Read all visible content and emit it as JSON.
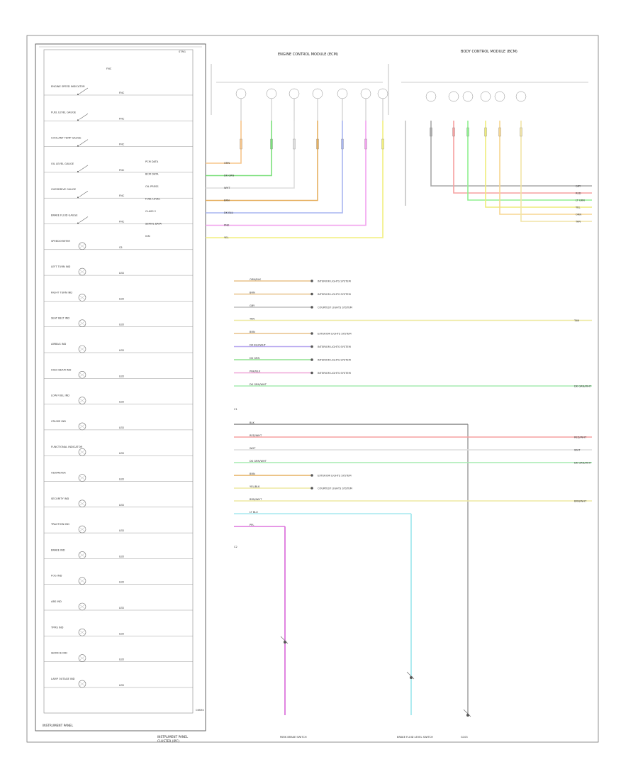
{
  "diagram": {
    "cluster_box": {
      "top_tag": "STRG",
      "inner_tag": "FNC",
      "bottom_right_tag": "C6S94",
      "bottom_left_label": "INSTRUMENT PANEL",
      "title_lines": [
        "INSTRUMENT PANEL",
        "CLUSTER (IPC)"
      ],
      "items": [
        {
          "label": "ENGINE SPEED INDICATOR",
          "tag": "FNC",
          "kind": "switch"
        },
        {
          "label": "FUEL LEVEL GAUGE",
          "tag": "FNC",
          "kind": "switch"
        },
        {
          "label": "COOLANT TEMP GAUGE",
          "tag": "FNC",
          "kind": "switch"
        },
        {
          "label": "OIL LEVEL GAUGE",
          "tag": "FNC",
          "kind": "switch"
        },
        {
          "label": "OVERDRIVE GAUGE",
          "tag": "FNC",
          "kind": "switch"
        },
        {
          "label": "BRAKE FLUID GAUGE",
          "tag": "FNC",
          "kind": "switch"
        },
        {
          "label": "SPEEDOMETER",
          "tag": "S3",
          "kind": "lamp"
        },
        {
          "label": "LEFT TURN IND",
          "tag": "LED",
          "kind": "lamp"
        },
        {
          "label": "RIGHT TURN IND",
          "tag": "LED",
          "kind": "lamp"
        },
        {
          "label": "SEAT BELT IND",
          "tag": "LED",
          "kind": "lamp"
        },
        {
          "label": "AIRBAG IND",
          "tag": "LED",
          "kind": "lamp"
        },
        {
          "label": "HIGH BEAM IND",
          "tag": "LED",
          "kind": "lamp"
        },
        {
          "label": "LOW FUEL IND",
          "tag": "LED",
          "kind": "lamp"
        },
        {
          "label": "CRUISE IND",
          "tag": "LED",
          "kind": "lamp"
        },
        {
          "label": "FUNCTIONAL INDICATOR",
          "tag": "LED",
          "kind": "lamp"
        },
        {
          "label": "ODOMETER",
          "tag": "LED",
          "kind": "lamp"
        },
        {
          "label": "SECURITY IND",
          "tag": "LED",
          "kind": "lamp"
        },
        {
          "label": "TRACTION IND",
          "tag": "LED",
          "kind": "lamp"
        },
        {
          "label": "BRAKE IND",
          "tag": "LED",
          "kind": "lamp"
        },
        {
          "label": "FOG IND",
          "tag": "LED",
          "kind": "lamp"
        },
        {
          "label": "ABS IND",
          "tag": "LED",
          "kind": "lamp"
        },
        {
          "label": "TPMS IND",
          "tag": "LED",
          "kind": "lamp"
        },
        {
          "label": "SERVICE IND",
          "tag": "LED",
          "kind": "lamp"
        },
        {
          "label": "LAMP OUTAGE IND",
          "tag": "LED",
          "kind": "lamp"
        }
      ]
    },
    "top_modules": [
      {
        "title": "ENGINE CONTROL MODULE (ECM)"
      },
      {
        "title": "BODY CONTROL MODULE (BCM)"
      }
    ],
    "upper_pins": [
      {
        "label": "PCM DATA",
        "wire": "ORN",
        "color": "#f7c58a"
      },
      {
        "label": "BCM DATA",
        "wire": "DK GRN",
        "color": "#7be07b"
      },
      {
        "label": "OIL PRESS",
        "wire": "WHT",
        "color": "#dddddd"
      },
      {
        "label": "FUEL LEVEL",
        "wire": "BRN",
        "color": "#e6b060"
      },
      {
        "label": "CLASS 2",
        "wire": "DK BLU",
        "color": "#a9b6f0"
      },
      {
        "label": "SERIAL DATA",
        "wire": "PNK",
        "color": "#f2a2ee"
      },
      {
        "label": "IGN",
        "wire": "YEL",
        "color": "#f2ef7e"
      }
    ],
    "right_buses": [
      {
        "wire": "GRY",
        "color": "#a8a8a8"
      },
      {
        "wire": "RED",
        "color": "#f6a0a0"
      },
      {
        "wire": "LT GRN",
        "color": "#8ff08f"
      },
      {
        "wire": "YEL",
        "color": "#eeec7a"
      },
      {
        "wire": "ORN",
        "color": "#f7d690"
      },
      {
        "wire": "TAN",
        "color": "#f1e4a6"
      }
    ],
    "mid_lines": [
      {
        "wire": "ORN/BLK",
        "color": "#e8c28a",
        "to": "INTERIOR LIGHTS SYSTEM",
        "end": "short"
      },
      {
        "wire": "BRN",
        "color": "#e8c28a",
        "to": "INTERIOR LIGHTS SYSTEM",
        "end": "short"
      },
      {
        "wire": "GRY",
        "color": "#bdbdbd",
        "to": "COURTESY LIGHTS SYSTEM",
        "end": "short"
      },
      {
        "wire": "TAN",
        "color": "#eee9a2",
        "to": "TAN",
        "end": "long"
      },
      {
        "wire": "BRN",
        "color": "#e8c28a",
        "to": "EXTERIOR LIGHTS SYSTEM",
        "end": "short"
      },
      {
        "wire": "DK BLU/WHT",
        "color": "#b7a8ef",
        "to": "INTERIOR LIGHTS SYSTEM",
        "end": "short"
      },
      {
        "wire": "DK GRN",
        "color": "#8fe08f",
        "to": "INTERIOR LIGHTS SYSTEM",
        "end": "short"
      },
      {
        "wire": "PNK/BLK",
        "color": "#f0a6d8",
        "to": "INTERIOR LIGHTS SYSTEM",
        "end": "short"
      },
      {
        "wire": "DK GRN/WHT",
        "color": "#a5ecb0",
        "to": "DK GRN/WHT",
        "end": "long"
      }
    ],
    "lower_lines": [
      {
        "wire": "BLK",
        "color": "#888888",
        "to": "",
        "end": "ground"
      },
      {
        "wire": "RED/WHT",
        "color": "#f6a0a0",
        "to": "RED/WHT",
        "end": "long"
      },
      {
        "wire": "WHT",
        "color": "#dddddd",
        "to": "WHT",
        "end": "long"
      },
      {
        "wire": "DK GRN/WHT",
        "color": "#a5ecb0",
        "to": "DK GRN/WHT",
        "end": "long"
      },
      {
        "wire": "BRN",
        "color": "#e6b060",
        "to": "EXTERIOR LIGHTS SYSTEM",
        "end": "short"
      },
      {
        "wire": "YEL/BLK",
        "color": "#eee9a2",
        "to": "COURTESY LIGHTS SYSTEM",
        "end": "short"
      },
      {
        "wire": "BRN/WHT",
        "color": "#eee9a2",
        "to": "BRN/WHT",
        "end": "long"
      },
      {
        "wire": "LT BLU",
        "color": "#a6e9ef",
        "to": "",
        "end": "down"
      },
      {
        "wire": "PPL",
        "color": "#dd77dd",
        "to": "",
        "end": "down"
      }
    ],
    "bottom_devices": [
      {
        "label": "PARK BRAKE SWITCH"
      },
      {
        "label": "BRAKE FLUID LEVEL SWITCH"
      },
      {
        "label": "G103"
      }
    ],
    "connector_labels": [
      "C1",
      "C2"
    ]
  }
}
